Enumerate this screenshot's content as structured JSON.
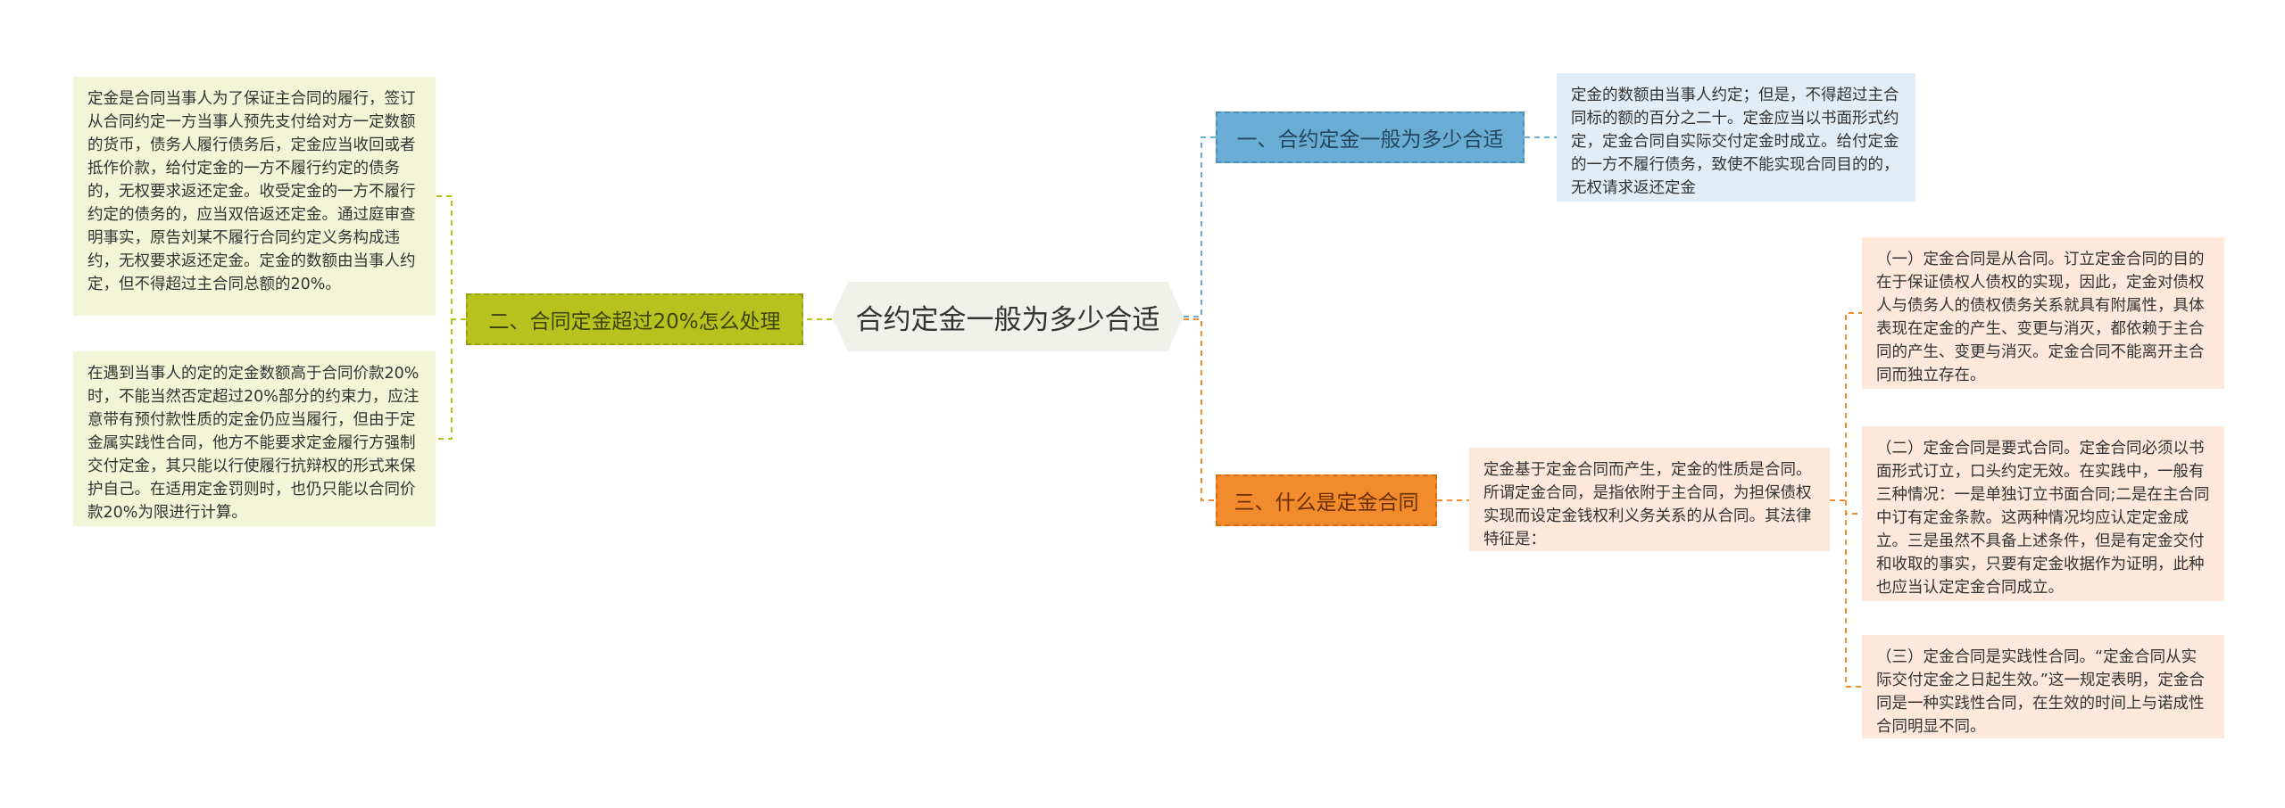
{
  "mindmap": {
    "root": "合约定金一般为多少合适",
    "branches": [
      {
        "label": "一、合约定金一般为多少合适",
        "color": "#6aadd4",
        "details": [
          "定金的数额由当事人约定；但是，不得超过主合同标的额的百分之二十。定金应当以书面形式约定，定金合同自实际交付定金时成立。给付定金的一方不履行债务，致使不能实现合同目的的，无权请求返还定金"
        ]
      },
      {
        "label": "二、合同定金超过20%怎么处理",
        "color": "#b8c21e",
        "details": [
          "定金是合同当事人为了保证主合同的履行，签订从合同约定一方当事人预先支付给对方一定数额的货币，债务人履行债务后，定金应当收回或者抵作价款，给付定金的一方不履行约定的债务的，无权要求返还定金。收受定金的一方不履行约定的债务的，应当双倍返还定金。通过庭审查明事实，原告刘某不履行合同约定义务构成违约，无权要求返还定金。定金的数额由当事人约定，但不得超过主合同总额的20%。",
          "在遇到当事人的定的定金数额高于合同价款20%时，不能当然否定超过20%部分的约束力，应注意带有预付款性质的定金仍应当履行，但由于定金属实践性合同，他方不能要求定金履行方强制交付定金，其只能以行使履行抗辩权的形式来保护自己。在适用定金罚则时，也仍只能以合同价款20%为限进行计算。"
        ]
      },
      {
        "label": "三、什么是定金合同",
        "color": "#f28b2c",
        "intro": "定金基于定金合同而产生，定金的性质是合同。所谓定金合同，是指依附于主合同，为担保债权实现而设定金钱权利义务关系的从合同。其法律特征是：",
        "details": [
          "（一）定金合同是从合同。订立定金合同的目的在于保证债权人债权的实现，因此，定金对债权人与债务人的债权债务关系就具有附属性，具体表现在定金的产生、变更与消灭，都依赖于主合同的产生、变更与消灭。定金合同不能离开主合同而独立存在。",
          "（二）定金合同是要式合同。定金合同必须以书面形式订立，口头约定无效。在实践中，一般有三种情况：一是单独订立书面合同;二是在主合同中订有定金条款。这两种情况均应认定定金成立。三是虽然不具备上述条件，但是有定金交付和收取的事实，只要有定金收据作为证明，此种也应当认定定金合同成立。",
          "（三）定金合同是实践性合同。“定金合同从实际交付定金之日起生效。”这一规定表明，定金合同是一种实践性合同，在生效的时间上与诺成性合同明显不同。"
        ]
      }
    ]
  }
}
